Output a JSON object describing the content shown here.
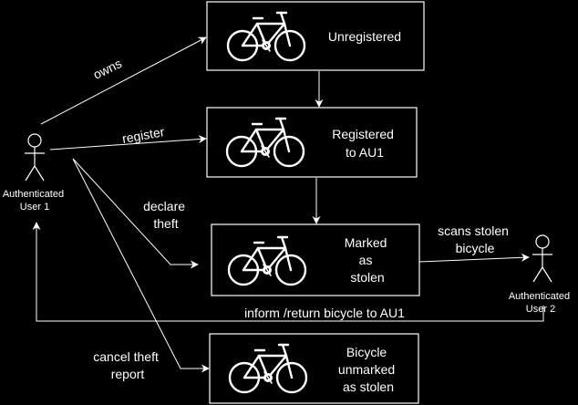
{
  "colors": {
    "background": "#000000",
    "foreground": "#ffffff"
  },
  "actors": {
    "user1": {
      "icon": "stick-figure-icon",
      "line1": "Authenticated",
      "line2": "User 1"
    },
    "user2": {
      "icon": "stick-figure-icon",
      "line1": "Authenticated",
      "line2": "User 2"
    }
  },
  "states": {
    "unregistered": {
      "icon": "bicycle-icon",
      "lines": [
        "Unregistered"
      ]
    },
    "registered": {
      "icon": "bicycle-icon",
      "lines": [
        "Registered",
        "to AU1"
      ]
    },
    "stolen": {
      "icon": "bicycle-icon",
      "lines": [
        "Marked",
        "as",
        "stolen"
      ]
    },
    "unmarked": {
      "icon": "bicycle-icon",
      "lines": [
        "Bicycle",
        "unmarked",
        "as stolen"
      ]
    }
  },
  "edges": {
    "owns": {
      "lines": [
        "owns"
      ]
    },
    "register": {
      "lines": [
        "register"
      ]
    },
    "declare_theft": {
      "lines": [
        "declare",
        "theft"
      ]
    },
    "scans": {
      "lines": [
        "scans stolen",
        "bicycle"
      ]
    },
    "inform": {
      "lines": [
        "inform /return bicycle to AU1"
      ]
    },
    "cancel": {
      "lines": [
        "cancel theft",
        "report"
      ]
    }
  }
}
